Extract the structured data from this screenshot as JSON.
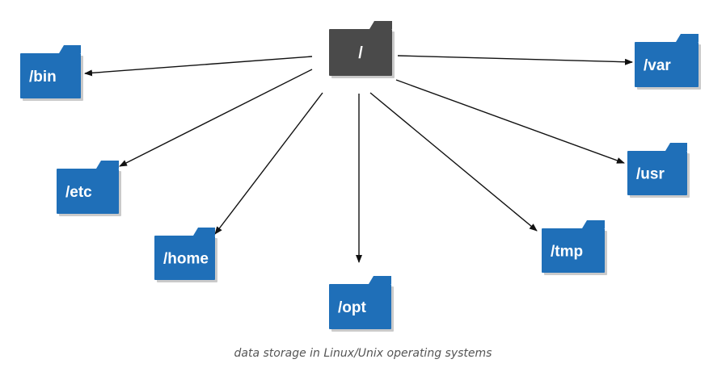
{
  "diagram": {
    "root": {
      "label": "/",
      "color": "#4a4a4a"
    },
    "folder_color": "#1f6fb8",
    "folder_shadow": "#8a8a8a",
    "arrow_color": "#111111",
    "folders": [
      {
        "id": "bin",
        "label": "/bin"
      },
      {
        "id": "etc",
        "label": "/etc"
      },
      {
        "id": "home",
        "label": "/home"
      },
      {
        "id": "opt",
        "label": "/opt"
      },
      {
        "id": "tmp",
        "label": "/tmp"
      },
      {
        "id": "usr",
        "label": "/usr"
      },
      {
        "id": "var",
        "label": "/var"
      }
    ]
  },
  "caption": "data storage in Linux/Unix operating systems"
}
